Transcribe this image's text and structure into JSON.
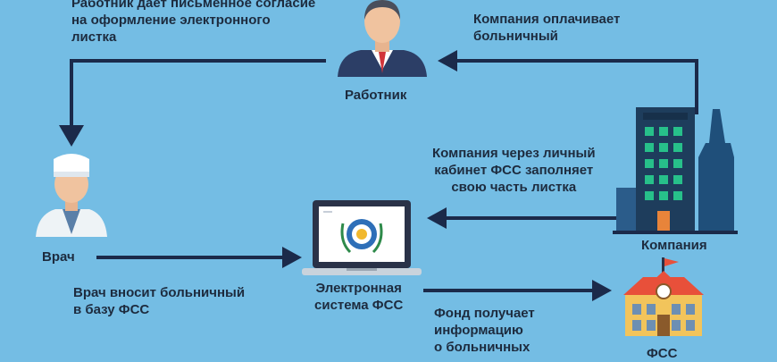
{
  "nodes": {
    "worker": "Работник",
    "doctor": "Врач",
    "system": [
      "Электронная",
      "система ФСС"
    ],
    "company": "Компания",
    "fss": "ФСС"
  },
  "edges": {
    "worker_to_doctor": [
      "Работник дает письменное согласие",
      "на оформление электронного",
      "листка"
    ],
    "company_to_worker": [
      "Компания оплачивает",
      "больничный"
    ],
    "company_to_system": [
      "Компания через личный",
      "кабинет ФСС заполняет",
      "свою часть листка"
    ],
    "doctor_to_system": [
      "Врач вносит больничный",
      "в базу ФСС"
    ],
    "system_to_fss": [
      "Фонд получает",
      "информацию",
      "о больничных"
    ]
  },
  "colors": {
    "background": "#74bde4",
    "arrow": "#1b2a4a",
    "text": "#1d2b3e",
    "building": "#1e3d5c",
    "window": "#27c08a",
    "fss_roof": "#e8503a",
    "fss_wall": "#f2c45b"
  }
}
